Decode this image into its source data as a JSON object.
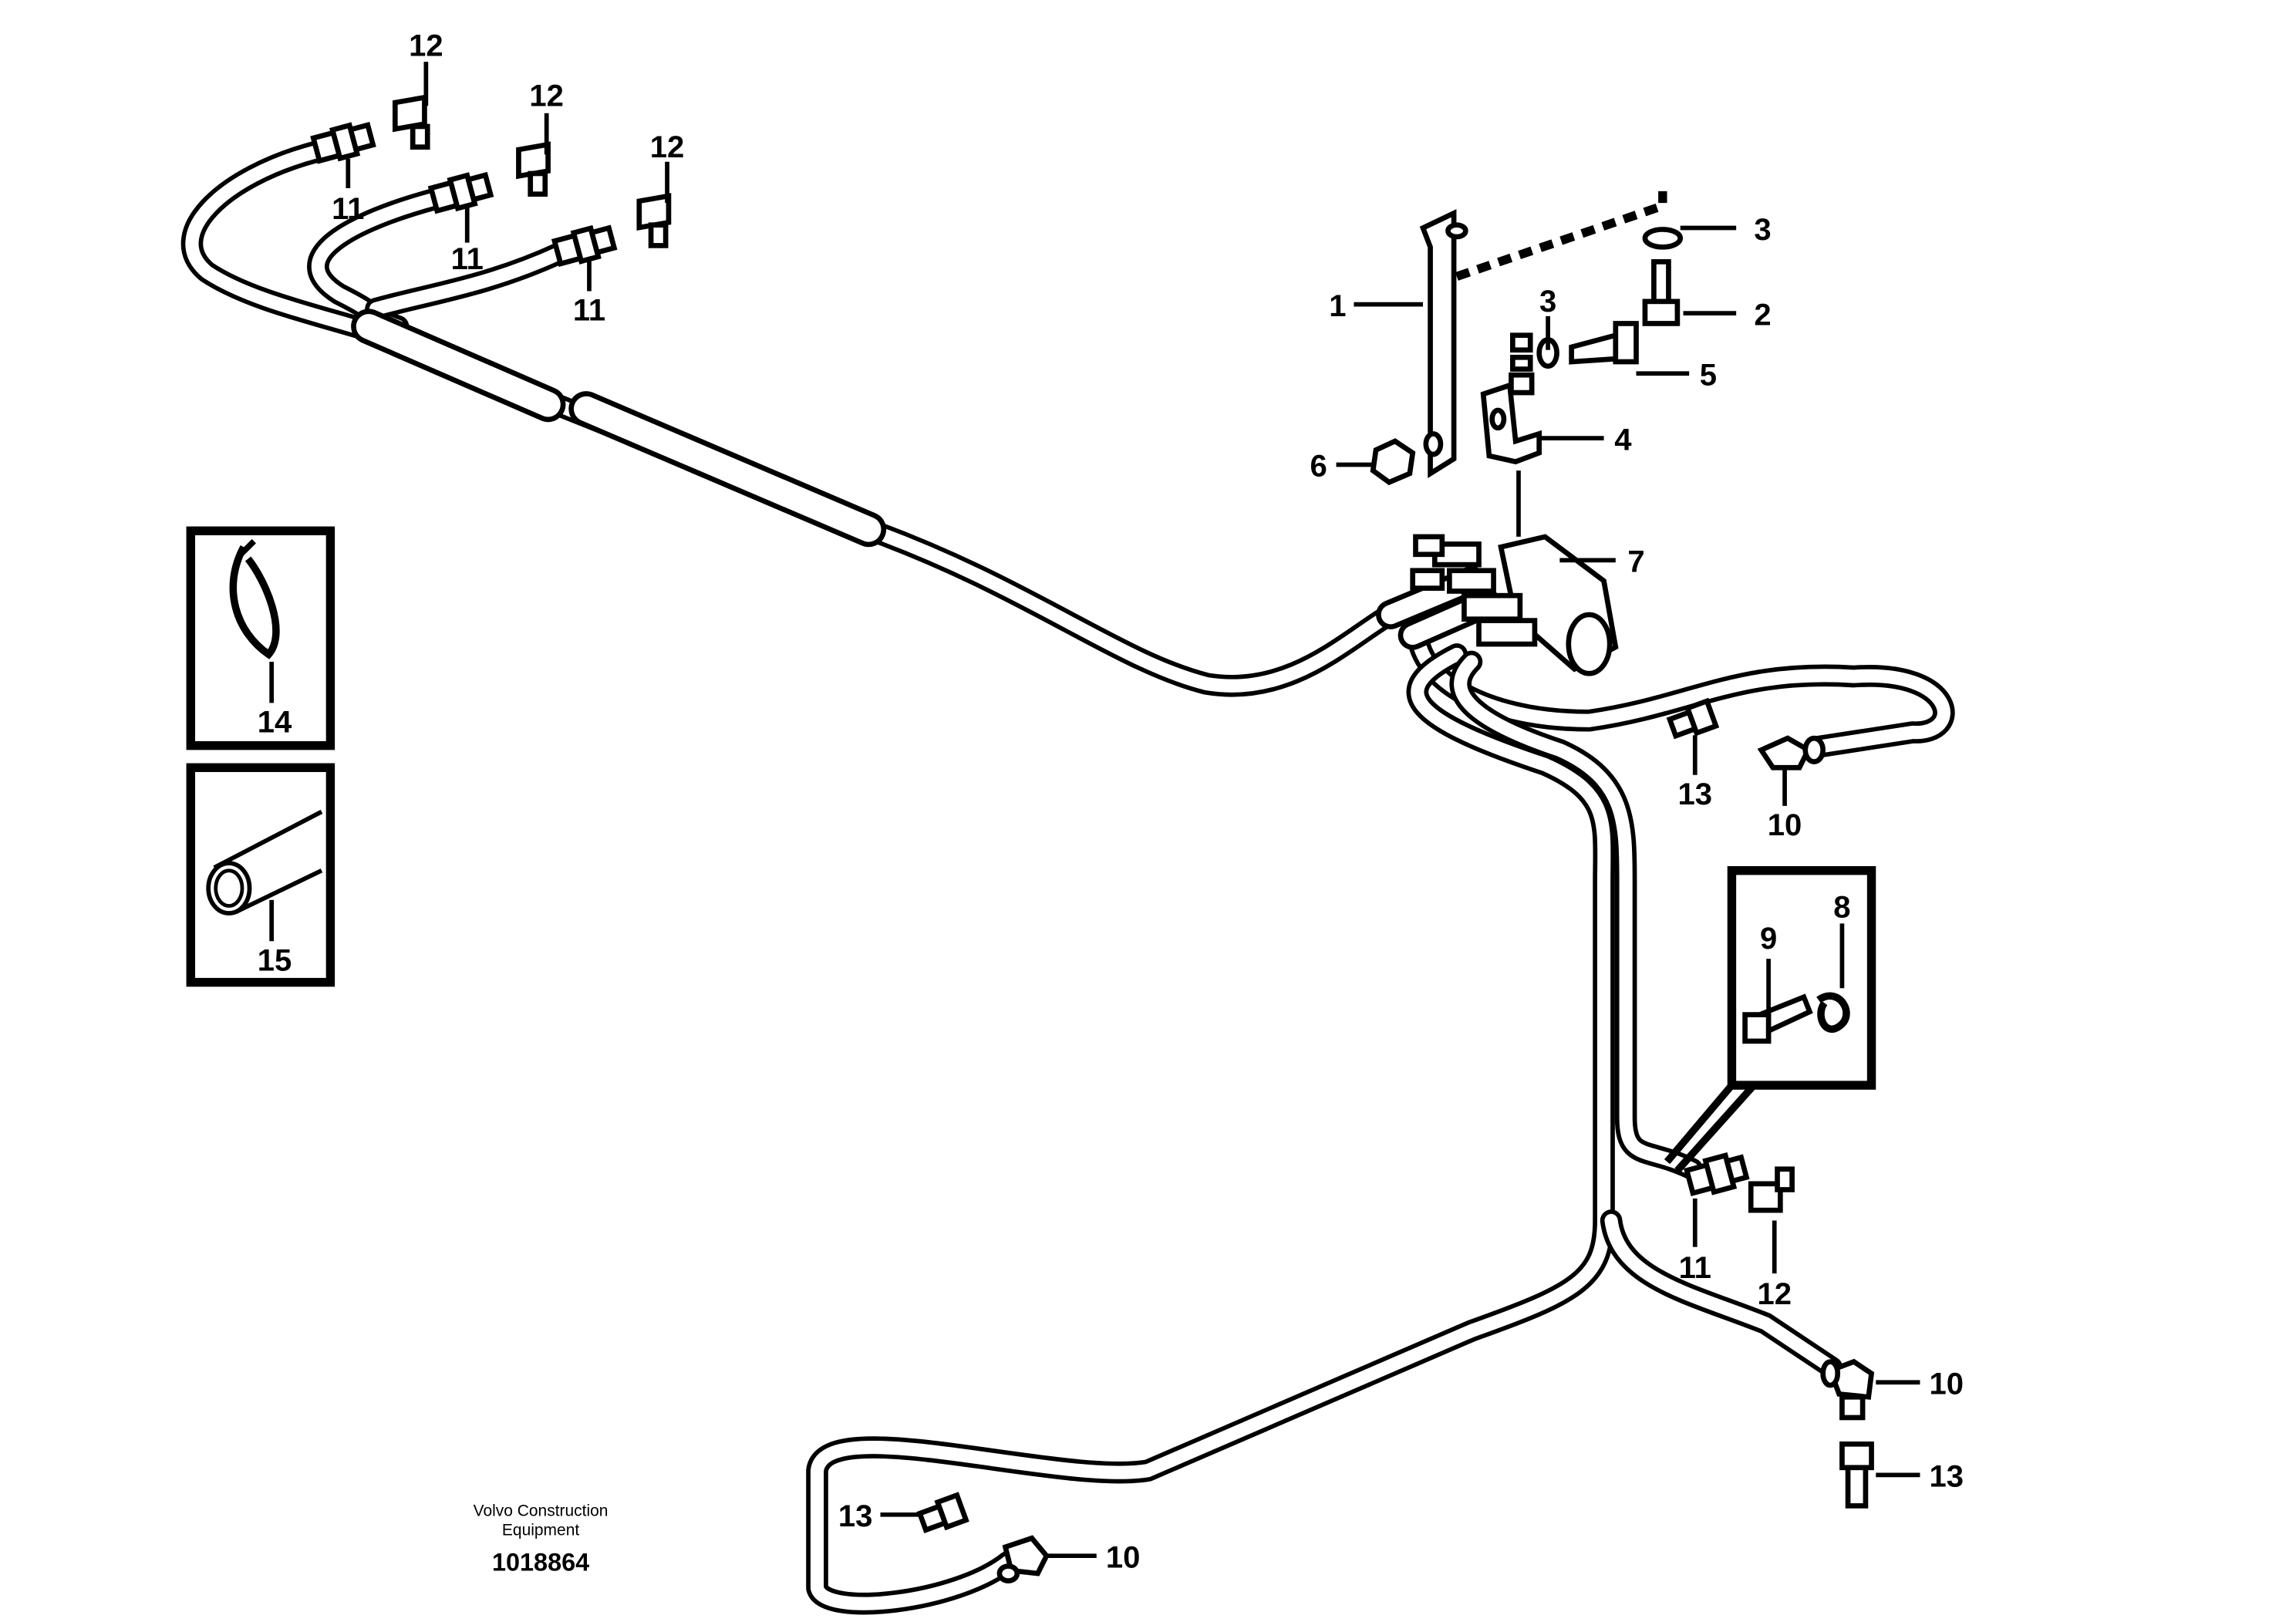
{
  "callouts": [
    {
      "id": "c12a",
      "text": "12"
    },
    {
      "id": "c12b",
      "text": "12"
    },
    {
      "id": "c12c",
      "text": "12"
    },
    {
      "id": "c11a",
      "text": "11"
    },
    {
      "id": "c11b",
      "text": "11"
    },
    {
      "id": "c11c",
      "text": "11"
    },
    {
      "id": "c1",
      "text": "1"
    },
    {
      "id": "c3a",
      "text": "3"
    },
    {
      "id": "c3b",
      "text": "3"
    },
    {
      "id": "c2",
      "text": "2"
    },
    {
      "id": "c5",
      "text": "5"
    },
    {
      "id": "c4",
      "text": "4"
    },
    {
      "id": "c6",
      "text": "6"
    },
    {
      "id": "c7",
      "text": "7"
    },
    {
      "id": "c14",
      "text": "14"
    },
    {
      "id": "c15",
      "text": "15"
    },
    {
      "id": "c13a",
      "text": "13"
    },
    {
      "id": "c10a",
      "text": "10"
    },
    {
      "id": "c9",
      "text": "9"
    },
    {
      "id": "c8",
      "text": "8"
    },
    {
      "id": "c11d",
      "text": "11"
    },
    {
      "id": "c12d",
      "text": "12"
    },
    {
      "id": "c10b",
      "text": "10"
    },
    {
      "id": "c13b",
      "text": "13"
    },
    {
      "id": "c13c",
      "text": "13"
    },
    {
      "id": "c10c",
      "text": "10"
    }
  ],
  "credit": {
    "line1": "Volvo Construction",
    "line2": "Equipment"
  },
  "document_number": "1018864"
}
